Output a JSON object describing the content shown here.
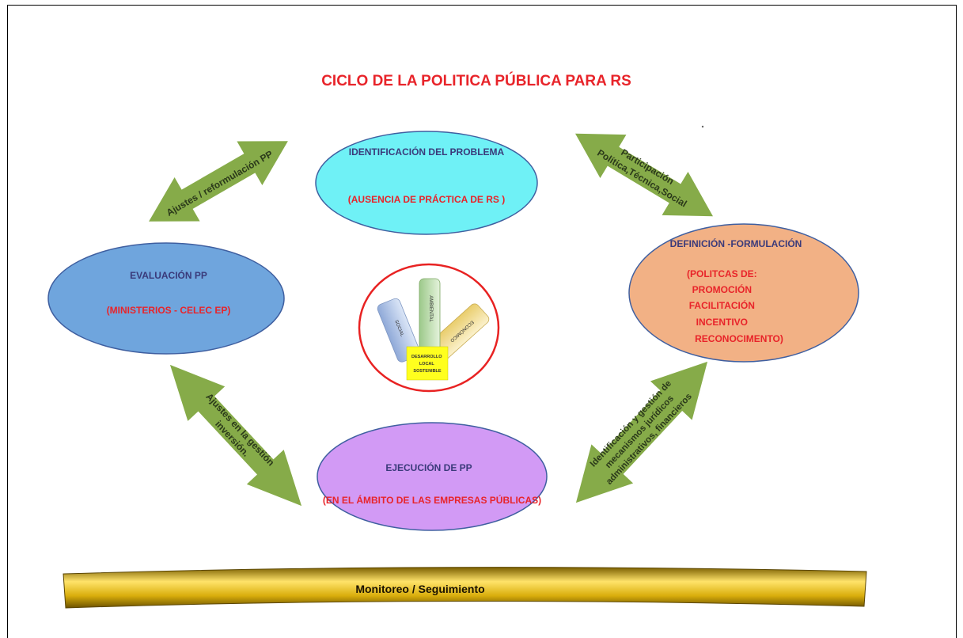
{
  "title": "CICLO DE LA POLITICA PÚBLICA PARA RS",
  "colors": {
    "title": "#e8242a",
    "dark_text": "#3a3a7a",
    "red_text": "#e8242a",
    "arrow_green": "#86ab49",
    "top_ellipse": "#6ff1f6",
    "right_ellipse": "#f2b185",
    "left_ellipse": "#6fa5dd",
    "bottom_ellipse": "#d29af5",
    "center_ring": "#e82222",
    "banner_gold": "#c9a300"
  },
  "nodes": {
    "top": {
      "title": "IDENTIFICACIÓN DEL PROBLEMA",
      "subtitle": "(AUSENCIA DE PRÁCTICA DE RS )"
    },
    "right": {
      "title": "DEFINICIÓN -FORMULACIÓN",
      "lines": [
        "(POLITCAS DE:",
        "PROMOCIÓN",
        "FACILITACIÓN",
        "INCENTIVO",
        "RECONOCIMENTO)"
      ]
    },
    "left": {
      "title": "EVALUACIÓN  PP",
      "subtitle": "(MINISTERIOS - CELEC EP)"
    },
    "bottom": {
      "title": "EJECUCIÓN DE PP",
      "subtitle": "(EN EL ÁMBITO DE LAS  EMPRESAS PÚBLICAS)"
    }
  },
  "arrows": {
    "top_left": {
      "lines": [
        "Ajustes / reformulación PP"
      ]
    },
    "top_right": {
      "lines": [
        "Participación",
        "Política,Técnica,Social"
      ]
    },
    "bottom_left": {
      "lines": [
        "Ajustes en la gestión",
        "inversión."
      ]
    },
    "bottom_right": {
      "lines": [
        "Identificación y gestión de",
        "mecanismos jurídicos",
        "administrativos, financieros"
      ]
    }
  },
  "center": {
    "bars": [
      "SOCIAL",
      "AMBIENTAL",
      "ECONÓMICO"
    ],
    "base_lines": [
      "DESARROLLO",
      "LOCAL",
      "SOSTENIBLE"
    ]
  },
  "footer": {
    "label": "Monitoreo / Seguimiento"
  }
}
